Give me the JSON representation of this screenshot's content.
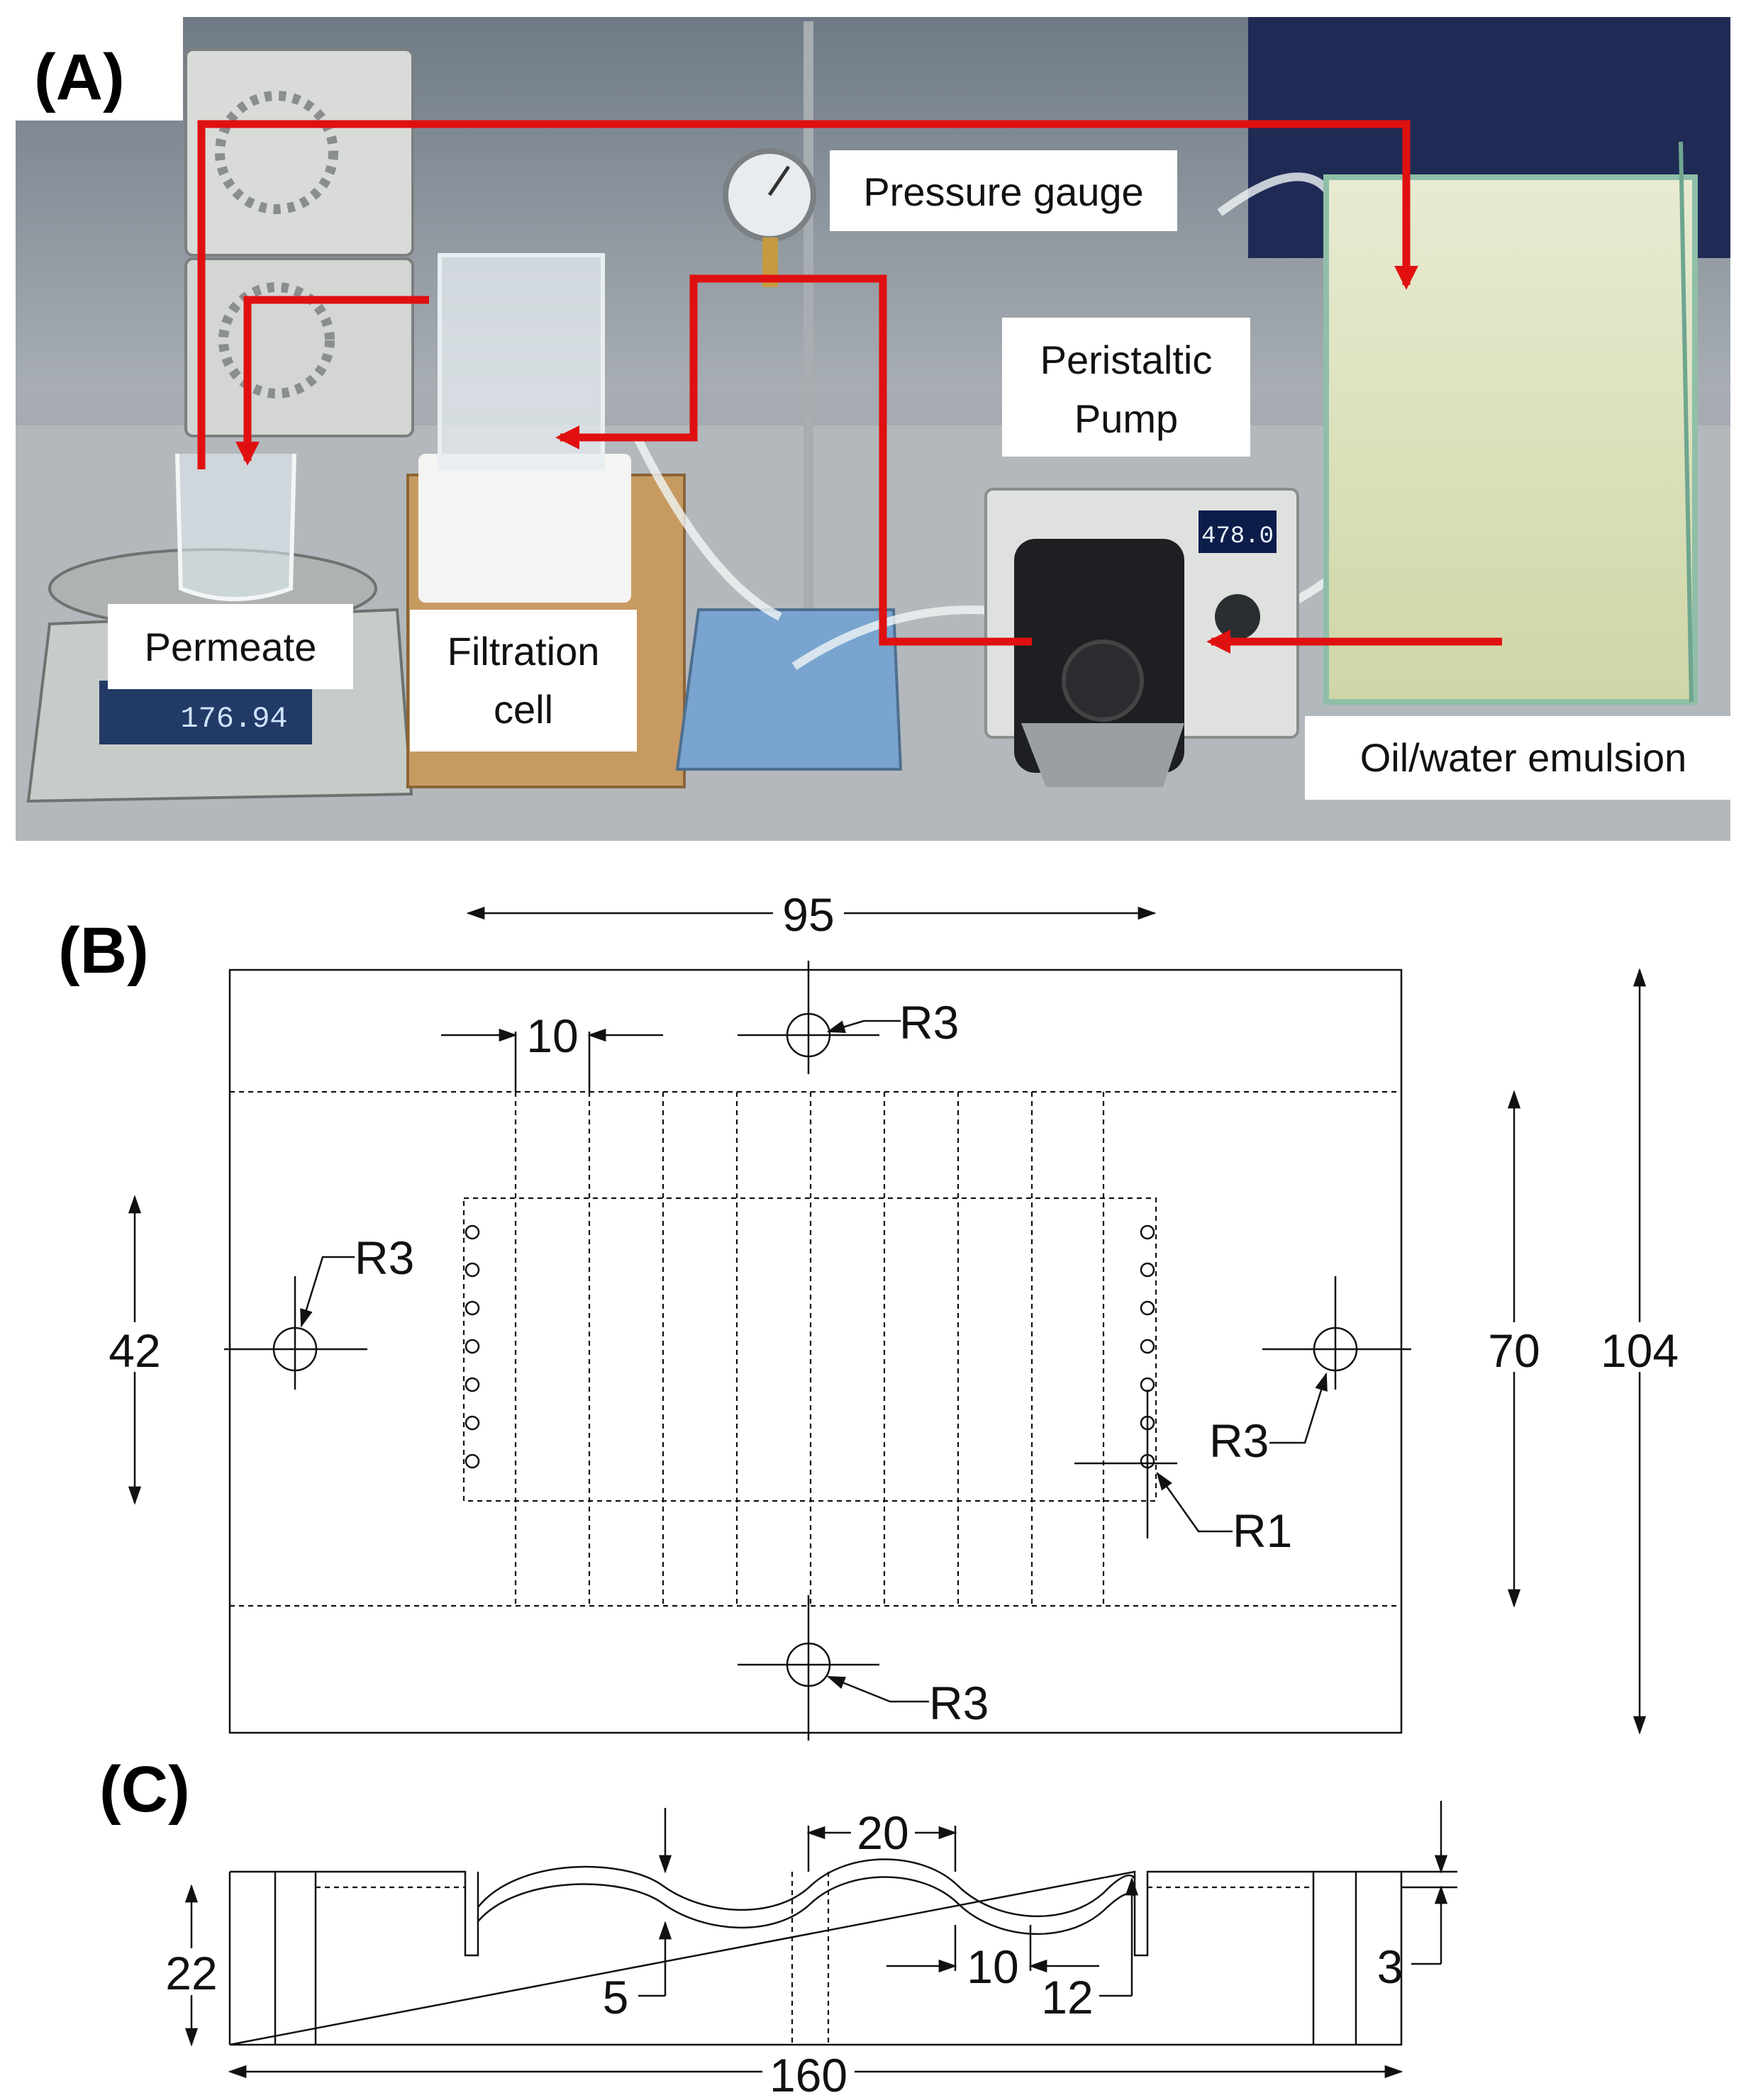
{
  "panels": {
    "a": {
      "label": "(A)",
      "labels": {
        "pressure_gauge": "Pressure gauge",
        "pump_line1": "Peristaltic",
        "pump_line2": "Pump",
        "permeate": "Permeate",
        "filtration_line1": "Filtration",
        "filtration_line2": "cell",
        "emulsion": "Oil/water emulsion"
      },
      "display_reading": "478.0",
      "balance_reading": "176.94",
      "colors": {
        "arrow": "#e01010",
        "emulsion": "#dfe3c0"
      }
    },
    "b": {
      "label": "(B)",
      "dims": {
        "width_inner": "95",
        "slot": "10",
        "r3_top": "R3",
        "r3_left": "R3",
        "height_left": "42",
        "r3_right": "R3",
        "r1": "R1",
        "height_mid": "70",
        "height_total": "104",
        "r3_bottom": "R3"
      }
    },
    "c": {
      "label": "(C)",
      "dims": {
        "pitch": "20",
        "height": "22",
        "depth": "5",
        "half_pitch": "10",
        "wall": "12",
        "thickness": "3",
        "length": "160"
      }
    }
  }
}
